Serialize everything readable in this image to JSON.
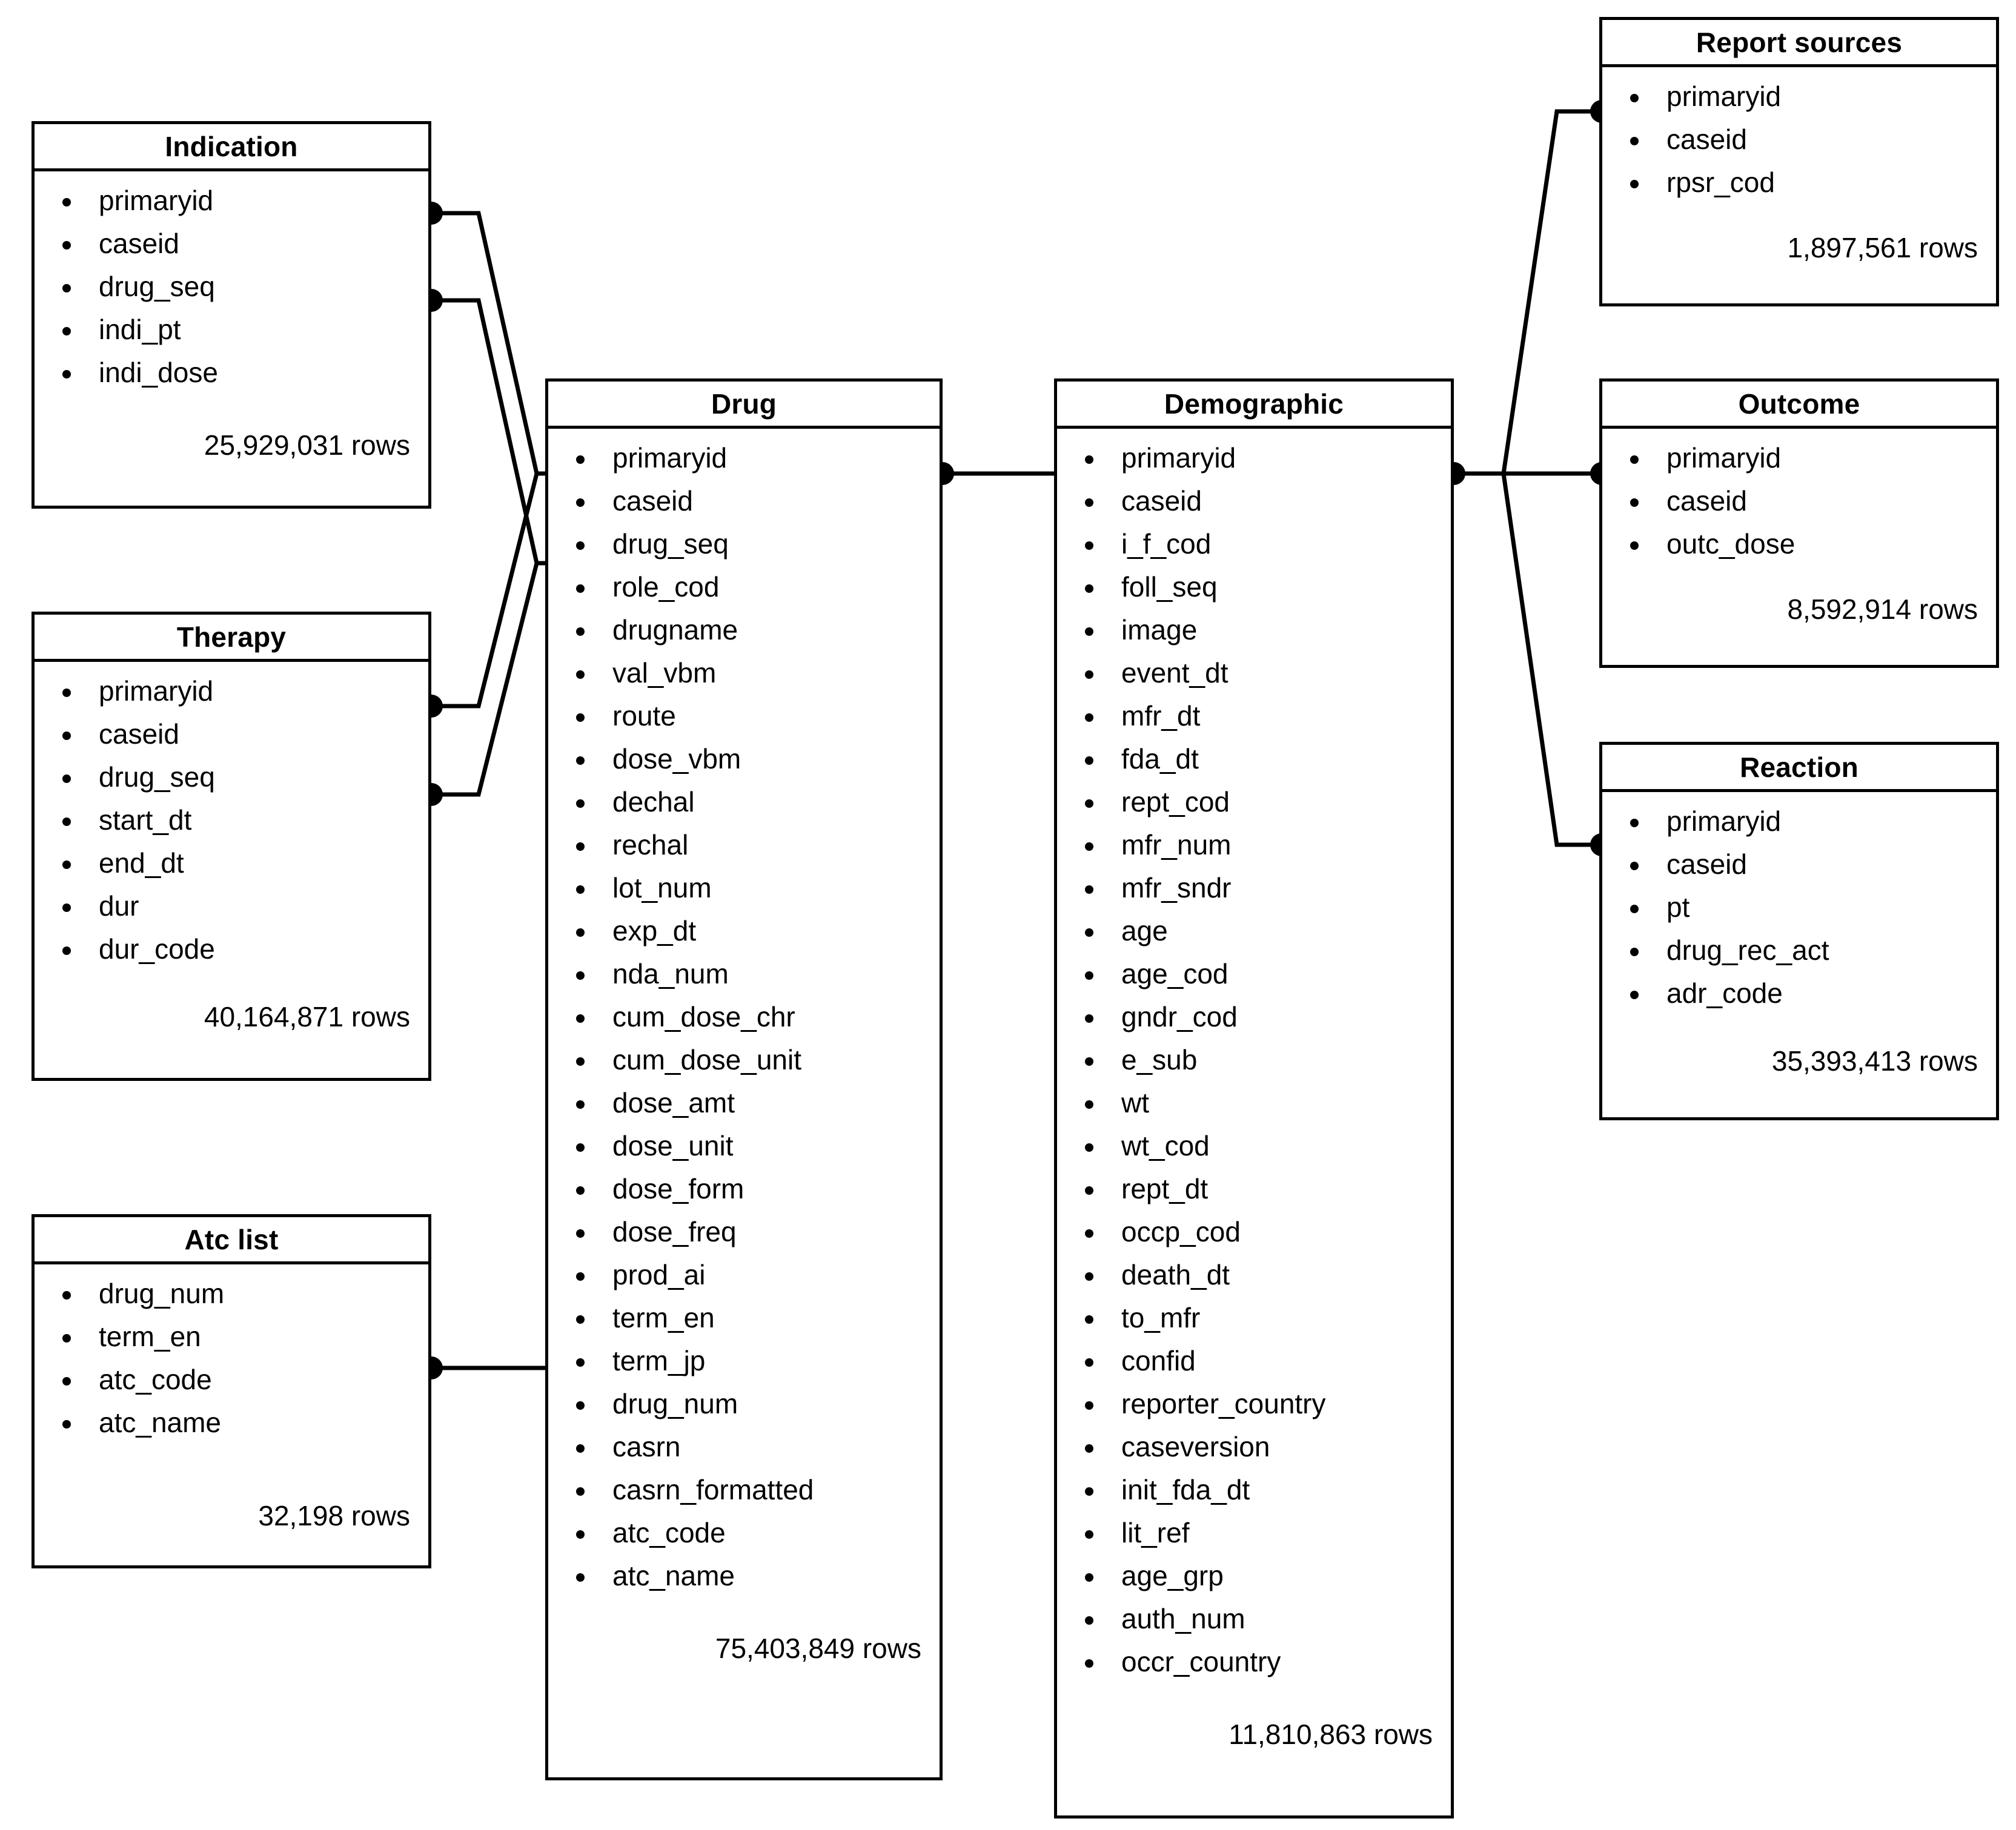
{
  "diagram": {
    "kind": "entity-relationship-diagram",
    "stroke_color": "#000000",
    "background_color": "#ffffff",
    "row_suffix": "rows"
  },
  "entities": [
    {
      "id": "indication",
      "title": "Indication",
      "rows": "25,929,031 rows",
      "attributes": [
        "primaryid",
        "caseid",
        "drug_seq",
        "indi_pt",
        "indi_dose"
      ],
      "key_attributes": [
        "primaryid",
        "drug_seq"
      ]
    },
    {
      "id": "therapy",
      "title": "Therapy",
      "rows": "40,164,871 rows",
      "attributes": [
        "primaryid",
        "caseid",
        "drug_seq",
        "start_dt",
        "end_dt",
        "dur",
        "dur_code"
      ],
      "key_attributes": [
        "primaryid",
        "drug_seq"
      ]
    },
    {
      "id": "atc-list",
      "title": "Atc list",
      "rows": "32,198 rows",
      "attributes": [
        "drug_num",
        "term_en",
        "atc_code",
        "atc_name"
      ],
      "key_attributes": [
        "term_en"
      ]
    },
    {
      "id": "drug",
      "title": "Drug",
      "rows": "75,403,849 rows",
      "attributes": [
        "primaryid",
        "caseid",
        "drug_seq",
        "role_cod",
        "drugname",
        "val_vbm",
        "route",
        "dose_vbm",
        "dechal",
        "rechal",
        "lot_num",
        "exp_dt",
        "nda_num",
        "cum_dose_chr",
        "cum_dose_unit",
        "dose_amt",
        "dose_unit",
        "dose_form",
        "dose_freq",
        "prod_ai",
        "term_en",
        "term_jp",
        "drug_num",
        "casrn",
        "casrn_formatted",
        "atc_code",
        "atc_name"
      ],
      "key_attributes": [
        "primaryid",
        "drug_seq",
        "term_en"
      ]
    },
    {
      "id": "demographic",
      "title": "Demographic",
      "rows": "11,810,863 rows",
      "attributes": [
        "primaryid",
        "caseid",
        "i_f_cod",
        "foll_seq",
        "image",
        "event_dt",
        "mfr_dt",
        "fda_dt",
        "rept_cod",
        "mfr_num",
        "mfr_sndr",
        "age",
        "age_cod",
        "gndr_cod",
        "e_sub",
        "wt",
        "wt_cod",
        "rept_dt",
        "occp_cod",
        "death_dt",
        "to_mfr",
        "confid",
        "reporter_country",
        "caseversion",
        "init_fda_dt",
        "lit_ref",
        "age_grp",
        "auth_num",
        "occr_country"
      ],
      "key_attributes": [
        "primaryid"
      ]
    },
    {
      "id": "report-sources",
      "title": "Report sources",
      "rows": "1,897,561 rows",
      "attributes": [
        "primaryid",
        "caseid",
        "rpsr_cod"
      ],
      "key_attributes": [
        "primaryid"
      ]
    },
    {
      "id": "outcome",
      "title": "Outcome",
      "rows": "8,592,914 rows",
      "attributes": [
        "primaryid",
        "caseid",
        "outc_dose"
      ],
      "key_attributes": [
        "primaryid"
      ]
    },
    {
      "id": "reaction",
      "title": "Reaction",
      "rows": "35,393,413 rows",
      "attributes": [
        "primaryid",
        "caseid",
        "pt",
        "drug_rec_act",
        "adr_code"
      ],
      "key_attributes": [
        "primaryid"
      ]
    }
  ],
  "relationships": [
    {
      "from": "indication.primaryid",
      "to": "drug.primaryid"
    },
    {
      "from": "indication.drug_seq",
      "to": "drug.drug_seq"
    },
    {
      "from": "therapy.primaryid",
      "to": "drug.primaryid"
    },
    {
      "from": "therapy.drug_seq",
      "to": "drug.drug_seq"
    },
    {
      "from": "atc-list.term_en",
      "to": "drug.term_en"
    },
    {
      "from": "drug.primaryid",
      "to": "demographic.primaryid"
    },
    {
      "from": "demographic.primaryid",
      "to": "report-sources.primaryid"
    },
    {
      "from": "demographic.primaryid",
      "to": "outcome.primaryid"
    },
    {
      "from": "demographic.primaryid",
      "to": "reaction.primaryid"
    }
  ]
}
